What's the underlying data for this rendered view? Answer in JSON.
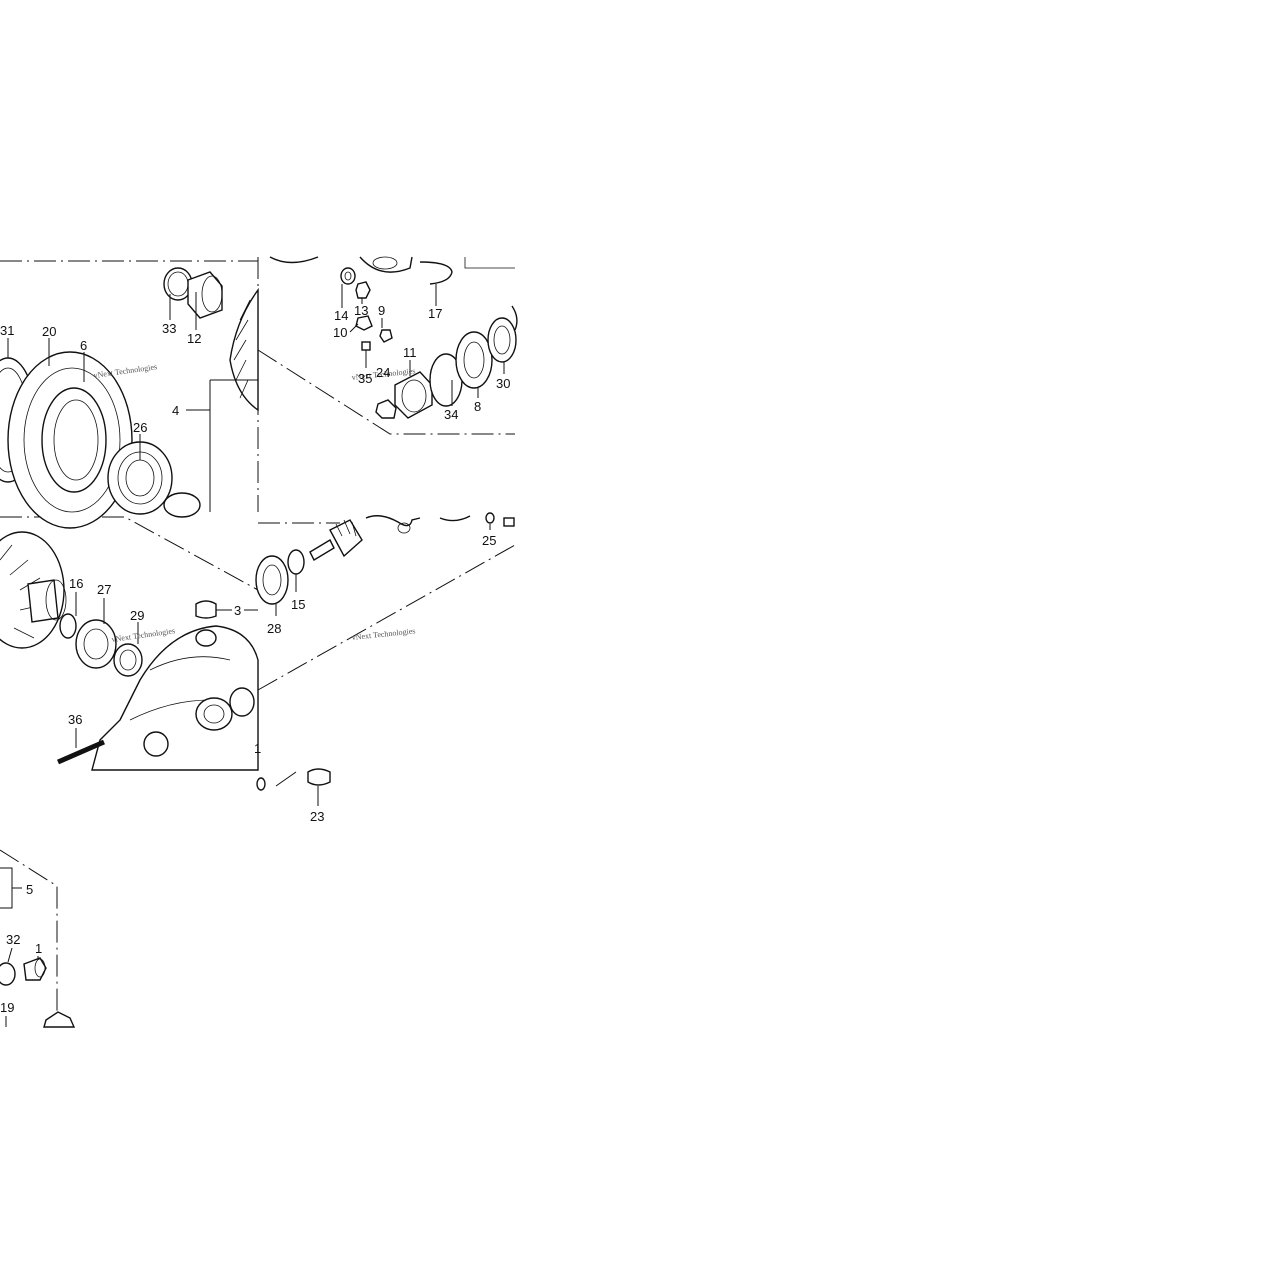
{
  "callouts": [
    {
      "id": "31",
      "name": "callout-31"
    },
    {
      "id": "20",
      "name": "callout-20"
    },
    {
      "id": "6",
      "name": "callout-6"
    },
    {
      "id": "33",
      "name": "callout-33"
    },
    {
      "id": "12",
      "name": "callout-12"
    },
    {
      "id": "4",
      "name": "callout-4"
    },
    {
      "id": "26",
      "name": "callout-26"
    },
    {
      "id": "14",
      "name": "callout-14"
    },
    {
      "id": "13",
      "name": "callout-13"
    },
    {
      "id": "9",
      "name": "callout-9"
    },
    {
      "id": "10",
      "name": "callout-10"
    },
    {
      "id": "17",
      "name": "callout-17"
    },
    {
      "id": "11",
      "name": "callout-11"
    },
    {
      "id": "35",
      "name": "callout-35"
    },
    {
      "id": "24",
      "name": "callout-24"
    },
    {
      "id": "34",
      "name": "callout-34"
    },
    {
      "id": "8",
      "name": "callout-8"
    },
    {
      "id": "30",
      "name": "callout-30"
    },
    {
      "id": "16",
      "name": "callout-16"
    },
    {
      "id": "27",
      "name": "callout-27"
    },
    {
      "id": "29",
      "name": "callout-29"
    },
    {
      "id": "3",
      "name": "callout-3"
    },
    {
      "id": "28",
      "name": "callout-28"
    },
    {
      "id": "15",
      "name": "callout-15"
    },
    {
      "id": "25",
      "name": "callout-25"
    },
    {
      "id": "36",
      "name": "callout-36"
    },
    {
      "id": "1",
      "name": "callout-1a"
    },
    {
      "id": "23",
      "name": "callout-23"
    },
    {
      "id": "5",
      "name": "callout-5"
    },
    {
      "id": "32",
      "name": "callout-32"
    },
    {
      "id": "1",
      "name": "callout-1b"
    },
    {
      "id": "19",
      "name": "callout-19"
    }
  ],
  "watermarks": [
    {
      "text": "vNext Technologies"
    },
    {
      "text": "vNext Technologies"
    },
    {
      "text": "vNext Technologies"
    },
    {
      "text": "vNext Technologies"
    }
  ]
}
